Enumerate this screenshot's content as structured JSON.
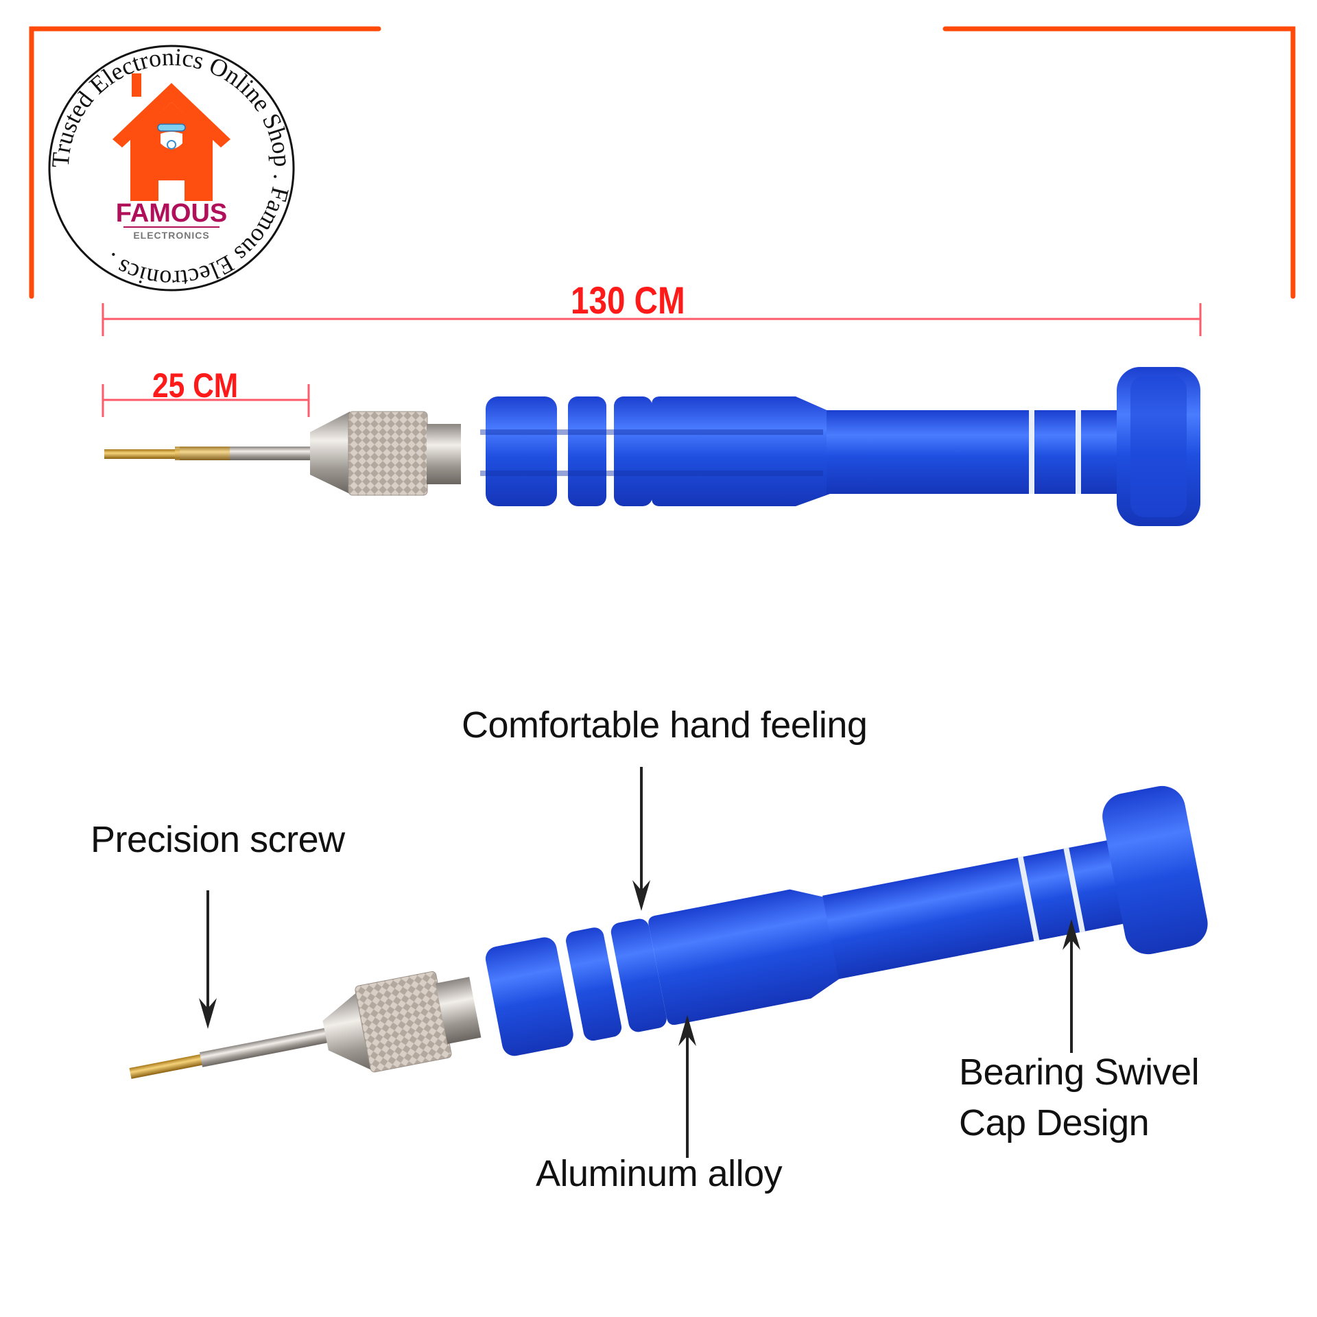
{
  "logo": {
    "ring_text": "Trusted Electronics Online Shop . Famous Electronics .",
    "brand": "FAMOUS",
    "sub_brand": "ELECTRONICS",
    "colors": {
      "house": "#ff4f10",
      "brand_text": "#b0105a",
      "ring": "#111111"
    }
  },
  "frame": {
    "color": "#ff4a0a"
  },
  "dimensions": {
    "total_length": "130 CM",
    "tip_length": "25 CM",
    "color": "#ff1a1a"
  },
  "callouts": {
    "comfortable": "Comfortable hand feeling",
    "precision": "Precision screw",
    "aluminum": "Aluminum alloy",
    "bearing_line1": "Bearing Swivel",
    "bearing_line2": "Cap Design"
  },
  "product": {
    "handle_color": "#1f4fe0",
    "tip_color": "#d4a020",
    "chuck_color": "#c8bfb6"
  }
}
